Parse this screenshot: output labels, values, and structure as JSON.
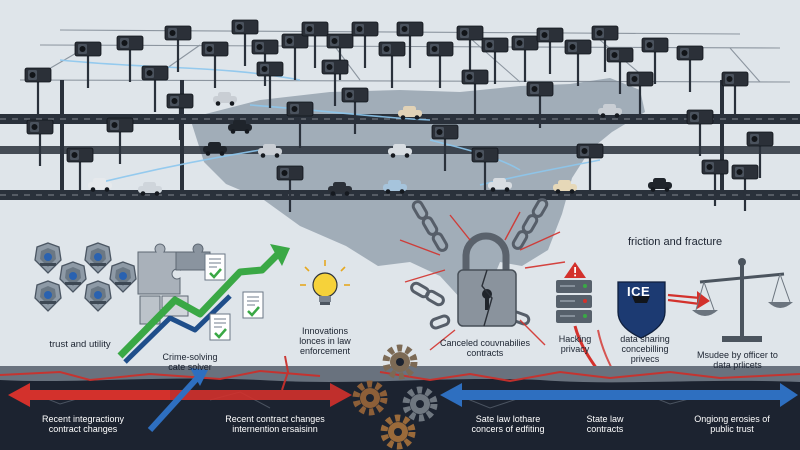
{
  "header": {
    "title": "friction and fracture"
  },
  "sections": {
    "trust": {
      "label": "trust and utility"
    },
    "crime": {
      "label_line1": "Crime-solving",
      "label_line2": "cate solver"
    },
    "innovation": {
      "line1": "Innovations",
      "line2": "lonces in law",
      "line3": "enforcement"
    },
    "canceled": {
      "line1": "Canceled couvnabilies",
      "line2": "contracts"
    },
    "hacking": {
      "line1": "Hacking",
      "line2": "privacy"
    },
    "ice": {
      "badge": "ICE",
      "line1": "data sharing",
      "line2": "concebilling",
      "line3": "privecs"
    },
    "misuse": {
      "line1": "Msudee by officer to",
      "line2": "data prlicets"
    }
  },
  "timeline": [
    {
      "line1": "Recent integractiony",
      "line2": "contract changes"
    },
    {
      "line1": "Recent contract changes",
      "line2": "internention ersaisinn"
    },
    {
      "line1": "Sate law lothare",
      "line2": "concers of edfiting"
    },
    {
      "line1": "State law",
      "line2": "contracts"
    },
    {
      "line1": "Ongiong erosies of",
      "line2": "public trust"
    }
  ],
  "colors": {
    "sky": "#dfe5ea",
    "map": "#9aa6b2",
    "road": "#2a313b",
    "camera": "#2b3038",
    "ground_dark": "#1c2330",
    "crack": "#c9302c",
    "arrow_red": "#d3312c",
    "arrow_blue": "#2e6fc0",
    "trend_green": "#3aa845",
    "trend_blue": "#1f4e8a",
    "bulb": "#f6d23a"
  },
  "icons": [
    "camera-icon",
    "police-badge-icon",
    "puzzle-icon",
    "document-check-icon",
    "lightbulb-icon",
    "padlock-icon",
    "broken-chain-icon",
    "server-icon",
    "warning-icon",
    "scales-icon",
    "gear-icon",
    "car-icon"
  ]
}
